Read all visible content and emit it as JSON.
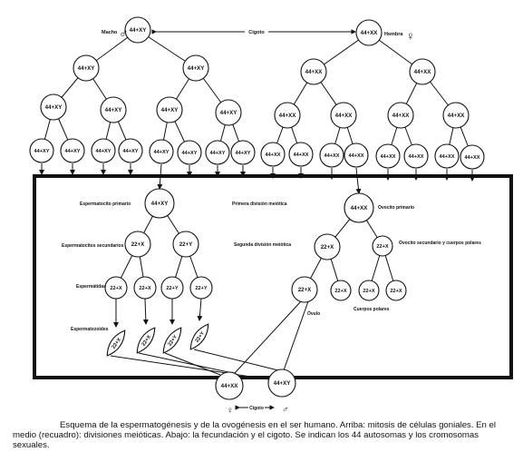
{
  "top": {
    "male_label": "Macho",
    "female_label": "Hembra",
    "zygote_label": "Cigoto",
    "male_symbol": "♂",
    "female_symbol": "♀",
    "male_root": "44+XY",
    "female_root": "44+XX",
    "male_level1": [
      "44+XY",
      "44+XY"
    ],
    "male_level2": [
      "44+XY",
      "44+XY",
      "44+XY",
      "44+XY"
    ],
    "male_level3": [
      "44+XY",
      "44+XY",
      "44+XY",
      "44+XY",
      "44+XY",
      "44+XY",
      "44+XY",
      "44+XY"
    ],
    "female_level1": [
      "44+XX",
      "44+XX"
    ],
    "female_level2": [
      "44+XX",
      "44+XX",
      "44+XX",
      "44+XX"
    ],
    "female_level3": [
      "44+XX",
      "44+XX",
      "44+XX",
      "44+XX",
      "44+XX",
      "44+XX",
      "44+XX",
      "44+XX"
    ]
  },
  "box": {
    "spermatocyte_primary_label": "Espermatocito primario",
    "spermatocyte_primary": "44+XY",
    "first_division_label": "Primera división meiótica",
    "oocyte_primary_label": "Ovocito primario",
    "oocyte_primary": "44+XX",
    "spermatocytes_secondary_label": "Espermatocitos secundarios",
    "spermatocytes_secondary": [
      "22+X",
      "22+Y"
    ],
    "second_division_label": "Segunda división meiótica",
    "oocyte_secondary": "22+X",
    "polar_body_first": "22+X",
    "oocyte_secondary_label": "Ovocito secundario y cuerpos polares",
    "spermatids_label": "Espermátidas",
    "spermatids": [
      "22+X",
      "22+X",
      "22+Y",
      "22+Y"
    ],
    "ovule": "22+X",
    "polar_bodies_second": [
      "22+X",
      "22+X",
      "22+X"
    ],
    "ovule_label": "Óvulo",
    "polar_bodies_label": "Cuerpos polares",
    "spermatozoa_label": "Espermatozoides",
    "spermatozoa": [
      "22+X",
      "22+X",
      "22+Y",
      "22+Y"
    ]
  },
  "bottom": {
    "zygote_female": "44+XX",
    "zygote_male": "44+XY",
    "zygote_label": "Cigoto",
    "female_symbol": "♀",
    "male_symbol": "♂"
  },
  "caption": "Esquema de la espermatogénesis y de la ovogénesis en el ser humano. Arriba: mitosis de células goniales. En el medio (recuadro): divisiones meióticas. Abajo: la fecundación y el cigoto. Se indican los 44 autosomas y los cromosomas sexuales."
}
